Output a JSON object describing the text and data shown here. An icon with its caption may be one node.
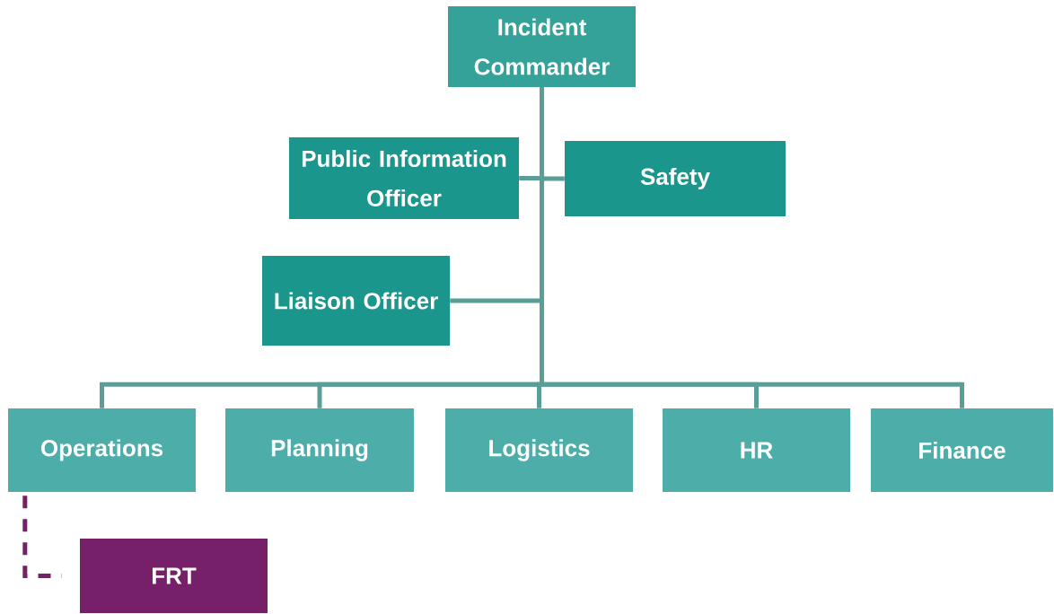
{
  "diagram": {
    "nodes": [
      {
        "text": [
          "Incident Commander"
        ]
      },
      {
        "text": [
          "Public Information Officer"
        ]
      },
      {
        "text": [
          "Safety"
        ]
      },
      {
        "text": [
          "Liaison Officer"
        ]
      },
      {
        "text": [
          "Operations"
        ]
      },
      {
        "text": [
          "Planning"
        ]
      },
      {
        "text": [
          "Logistics"
        ]
      },
      {
        "text": [
          "HR"
        ]
      },
      {
        "text": [
          "Finance"
        ]
      },
      {
        "text": [
          "FRT"
        ]
      }
    ],
    "edges": [
      {
        "from": 0,
        "to": 1,
        "arrow": "none"
      },
      {
        "from": 0,
        "to": 2,
        "arrow": "none"
      },
      {
        "from": 0,
        "to": 3,
        "arrow": "none"
      },
      {
        "from": 0,
        "to": 4,
        "arrow": "none"
      },
      {
        "from": 0,
        "to": 5,
        "arrow": "none"
      },
      {
        "from": 0,
        "to": 6,
        "arrow": "none"
      },
      {
        "from": 0,
        "to": 7,
        "arrow": "none"
      },
      {
        "from": 0,
        "to": 8,
        "arrow": "none"
      },
      {
        "from": 4,
        "to": 9,
        "arrow": "none",
        "style": "dashed",
        "color": "#76206a"
      }
    ]
  }
}
